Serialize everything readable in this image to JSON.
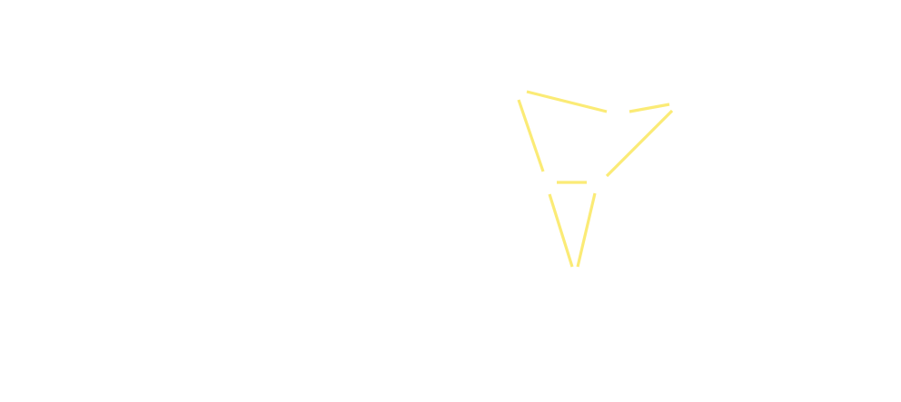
{
  "figure": {
    "background_color": "#ffffff",
    "stroke_color": "#fbeb76",
    "segment_names": [
      "top-left-edge-segment",
      "top-right-edge-segment",
      "left-upper-edge-segment",
      "right-diagonal-edge-segment",
      "center-short-segment",
      "lower-left-edge-segment",
      "lower-right-edge-segment"
    ]
  }
}
